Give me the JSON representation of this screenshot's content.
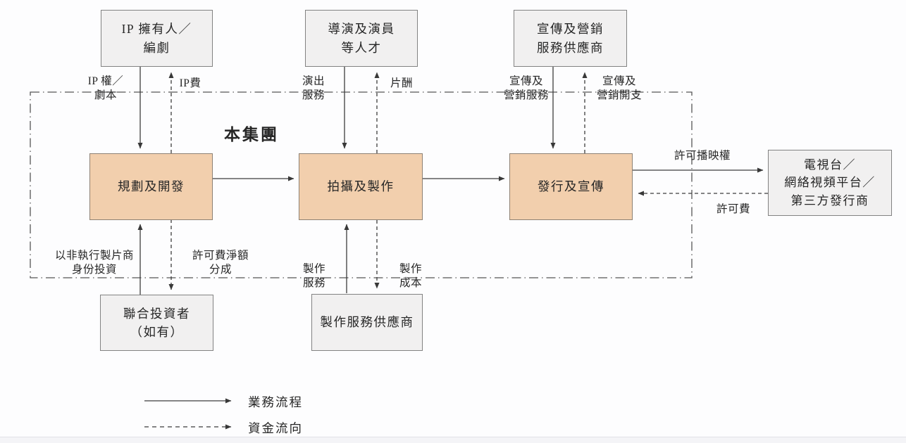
{
  "group": {
    "label": "本集團"
  },
  "nodes": {
    "ip_owner": {
      "lines": [
        "IP 擁有人／",
        "編劇"
      ]
    },
    "talent": {
      "lines": [
        "導演及演員",
        "等人才"
      ]
    },
    "marketing_provider": {
      "lines": [
        "宣傳及營銷",
        "服務供應商"
      ]
    },
    "planning": {
      "label": "規劃及開發"
    },
    "production": {
      "label": "拍攝及製作"
    },
    "distribution": {
      "label": "發行及宣傳"
    },
    "tv_platform": {
      "lines": [
        "電視台／",
        "網絡視頻平台／",
        "第三方發行商"
      ]
    },
    "co_investors": {
      "lines": [
        "聯合投資者",
        "（如有）"
      ]
    },
    "production_provider": {
      "label": "製作服務供應商"
    }
  },
  "flow_labels": {
    "ip_rights": {
      "lines": [
        "IP 權／",
        "劇本"
      ]
    },
    "ip_fee": "IP費",
    "performance_service": {
      "lines": [
        "演出",
        "服務"
      ]
    },
    "remuneration": "片酬",
    "marketing_service": {
      "lines": [
        "宣傳及",
        "營銷服務"
      ]
    },
    "marketing_expense": {
      "lines": [
        "宣傳及",
        "營銷開支"
      ]
    },
    "licensed_broadcast_rights": "許可播映權",
    "license_fee": "許可費",
    "invest_as_non_exec_producer": {
      "lines": [
        "以非執行製片商",
        "身份投資"
      ]
    },
    "license_fee_net_share": {
      "lines": [
        "許可費淨額",
        "分成"
      ]
    },
    "production_service": {
      "lines": [
        "製作",
        "服務"
      ]
    },
    "production_cost": {
      "lines": [
        "製作",
        "成本"
      ]
    }
  },
  "legend": {
    "business_flow": "業務流程",
    "fund_flow": "資金流向"
  },
  "colors": {
    "stage_fill": "#f2cfad",
    "stage_border": "#8d8174",
    "node_fill": "#f1f0f0",
    "node_border": "#828282",
    "line": "#3d3d3d",
    "boundary": "#555555"
  }
}
